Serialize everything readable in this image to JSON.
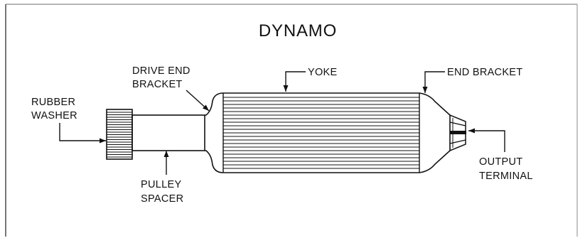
{
  "title": "DYNAMO",
  "labels": {
    "rubber_washer": [
      "RUBBER",
      "WASHER"
    ],
    "drive_end_bracket": [
      "DRIVE END",
      "BRACKET"
    ],
    "yoke": "YOKE",
    "end_bracket": "END BRACKET",
    "pulley_spacer": [
      "PULLEY",
      "SPACER"
    ],
    "output_terminal": [
      "OUTPUT",
      "TERMINAL"
    ]
  },
  "colors": {
    "line": "#111111",
    "background": "#ffffff",
    "frame": "#6e6e6e"
  }
}
